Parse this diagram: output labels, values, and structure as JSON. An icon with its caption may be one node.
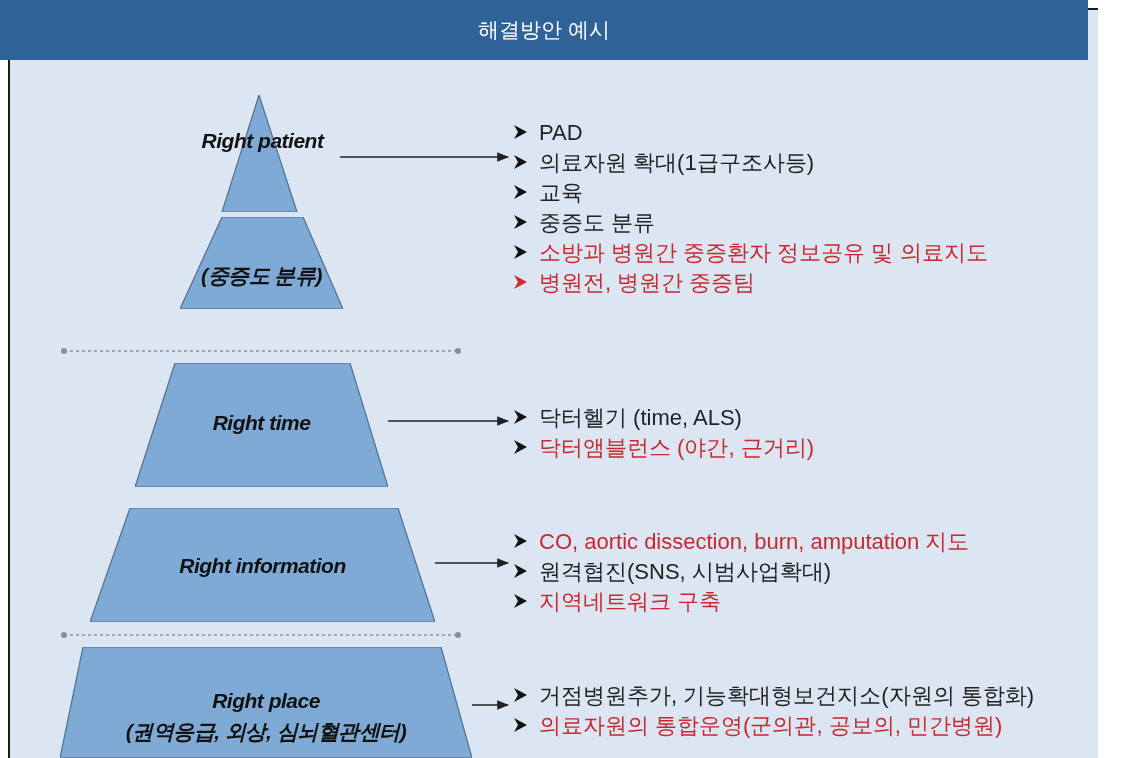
{
  "diagram": {
    "title": "해결방안 예시",
    "nodes": [
      {
        "text": [
          "Right patient"
        ]
      },
      {
        "text": [
          "(중증도 분류)"
        ]
      },
      {
        "text": [
          "Right time"
        ]
      },
      {
        "text": [
          "Right information"
        ]
      },
      {
        "text": [
          "Right place",
          "(권역응급, 외상, 심뇌혈관센터)"
        ]
      },
      {
        "text": [
          "PAD",
          "의료자원 확대(1급구조사등)",
          "교육",
          "중증도 분류",
          "소방과 병원간 중증환자 정보공유 및 의료지도",
          "병원전, 병원간 중증팀"
        ]
      },
      {
        "text": [
          "닥터헬기 (time, ALS)",
          "닥터앰블런스 (야간, 근거리)"
        ]
      },
      {
        "text": [
          "CO, aortic dissection, burn, amputation 지도",
          "원격협진(SNS, 시범사업확대)",
          "지역네트워크 구축"
        ]
      },
      {
        "text": [
          "거점병원추가, 기능확대형보건지소(자원의 통합화)",
          "의료자원의 통합운영(군의관, 공보의, 민간병원)"
        ]
      }
    ],
    "edges": [
      {
        "from": 0,
        "to": 5,
        "arrow": "to"
      },
      {
        "from": 2,
        "to": 6,
        "arrow": "to"
      },
      {
        "from": 3,
        "to": 7,
        "arrow": "to"
      },
      {
        "from": 4,
        "to": 8,
        "arrow": "to"
      }
    ]
  }
}
